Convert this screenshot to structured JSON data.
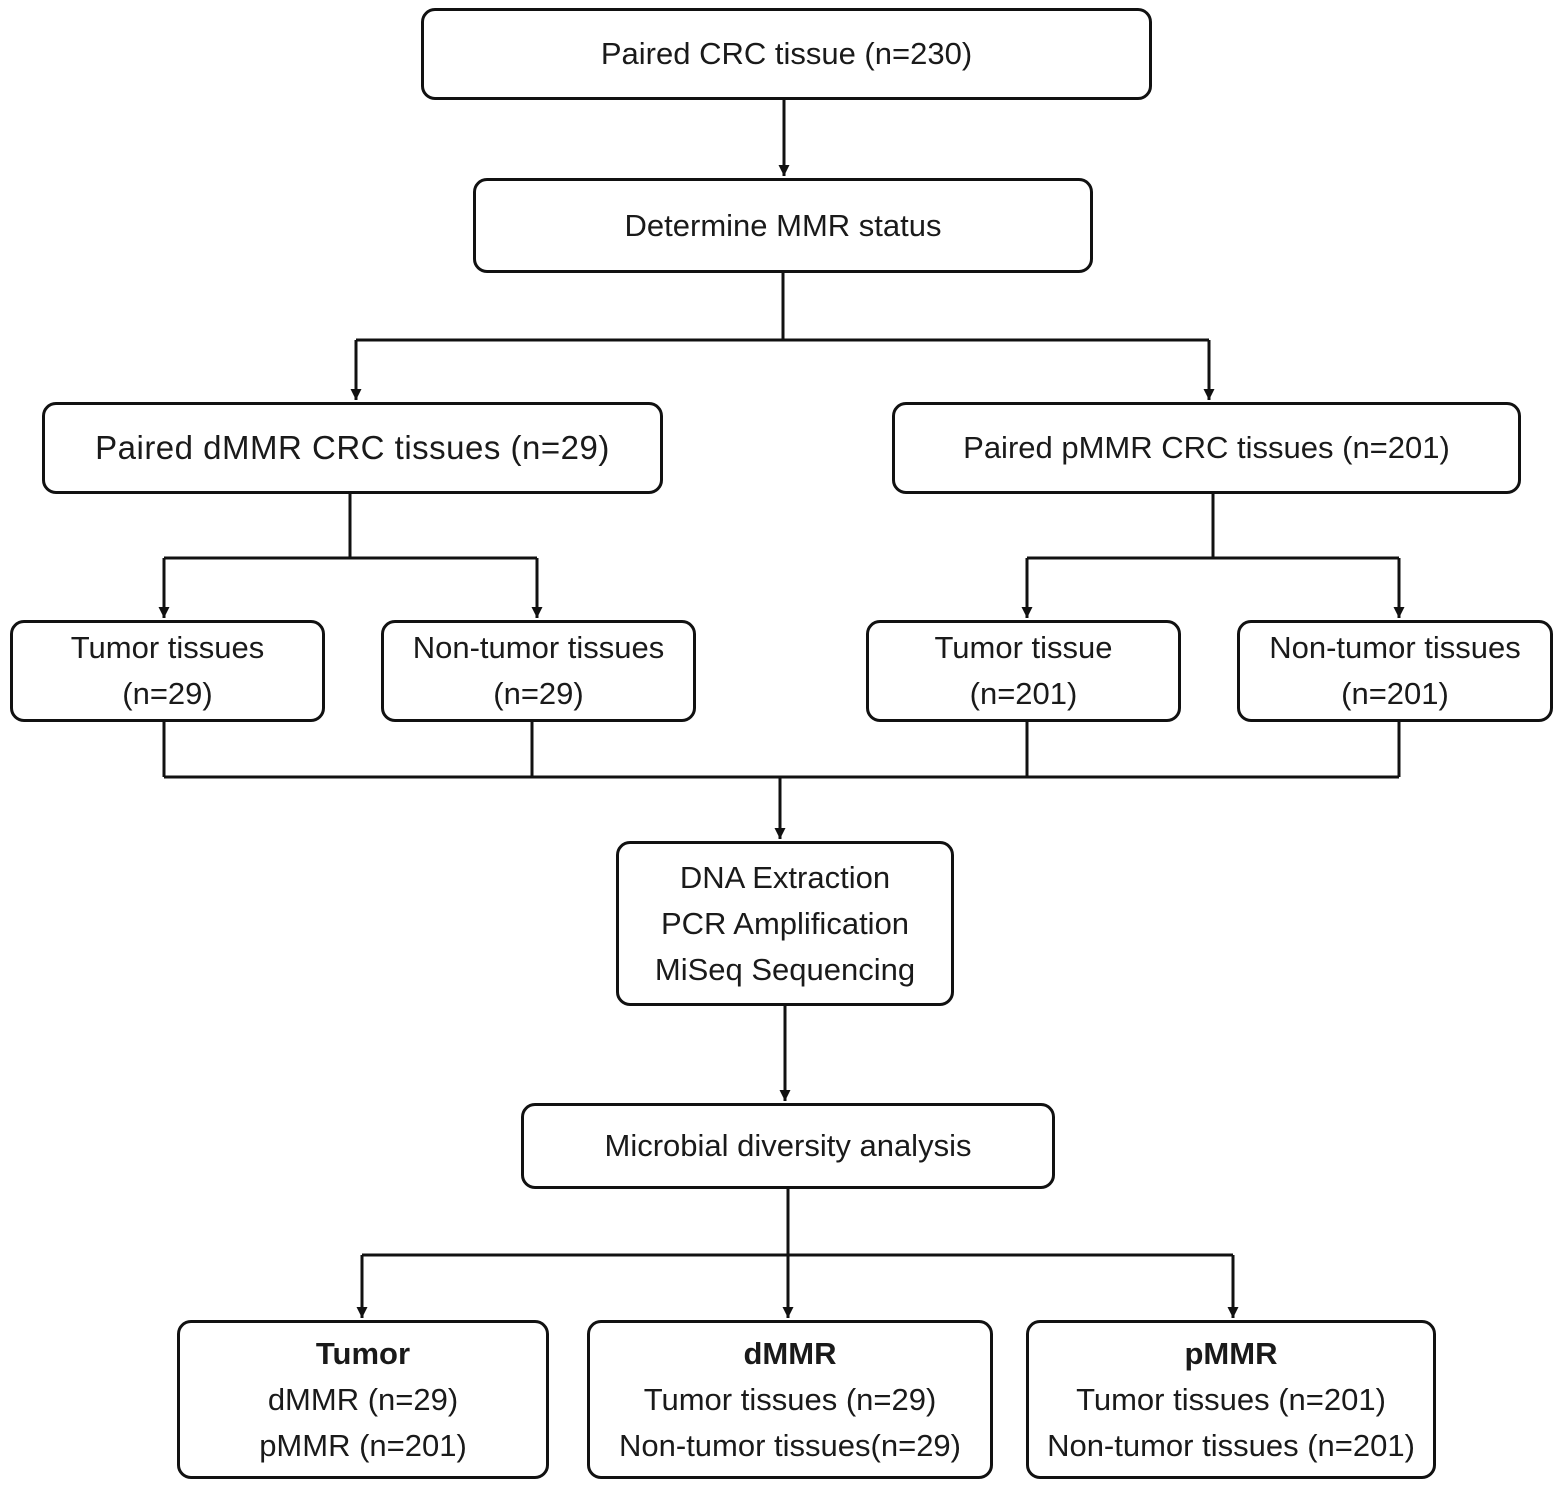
{
  "nodes": {
    "root": {
      "lines": [
        "Paired CRC tissue (n=230)"
      ]
    },
    "mmr_status": {
      "lines": [
        "Determine MMR status"
      ]
    },
    "dmmr_paired": {
      "lines": [
        "Paired dMMR CRC tissues (n=29)"
      ]
    },
    "pmmr_paired": {
      "lines": [
        "Paired pMMR CRC tissues (n=201)"
      ]
    },
    "dmmr_tumor": {
      "lines": [
        "Tumor tissues",
        "(n=29)"
      ]
    },
    "dmmr_nontumor": {
      "lines": [
        "Non-tumor tissues",
        "(n=29)"
      ]
    },
    "pmmr_tumor": {
      "lines": [
        "Tumor tissue",
        "(n=201)"
      ]
    },
    "pmmr_nontumor": {
      "lines": [
        "Non-tumor tissues",
        "(n=201)"
      ]
    },
    "processing": {
      "lines": [
        "DNA Extraction",
        "PCR Amplification",
        "MiSeq Sequencing"
      ]
    },
    "microbial": {
      "lines": [
        "Microbial diversity analysis"
      ]
    },
    "group_tumor": {
      "heading": "Tumor",
      "lines": [
        "dMMR (n=29)",
        "pMMR (n=201)"
      ]
    },
    "group_dmmr": {
      "heading": "dMMR",
      "lines": [
        "Tumor tissues (n=29)",
        "Non-tumor tissues(n=29)"
      ]
    },
    "group_pmmr": {
      "heading": "pMMR",
      "lines": [
        "Tumor tissues (n=201)",
        "Non-tumor tissues (n=201)"
      ]
    }
  },
  "edges": [
    {
      "from": "root",
      "to": "mmr_status"
    },
    {
      "from": "mmr_status",
      "to": "dmmr_paired"
    },
    {
      "from": "mmr_status",
      "to": "pmmr_paired"
    },
    {
      "from": "dmmr_paired",
      "to": "dmmr_tumor"
    },
    {
      "from": "dmmr_paired",
      "to": "dmmr_nontumor"
    },
    {
      "from": "pmmr_paired",
      "to": "pmmr_tumor"
    },
    {
      "from": "pmmr_paired",
      "to": "pmmr_nontumor"
    },
    {
      "from": "dmmr_tumor",
      "to": "processing"
    },
    {
      "from": "dmmr_nontumor",
      "to": "processing"
    },
    {
      "from": "pmmr_tumor",
      "to": "processing"
    },
    {
      "from": "pmmr_nontumor",
      "to": "processing"
    },
    {
      "from": "processing",
      "to": "microbial"
    },
    {
      "from": "microbial",
      "to": "group_tumor"
    },
    {
      "from": "microbial",
      "to": "group_dmmr"
    },
    {
      "from": "microbial",
      "to": "group_pmmr"
    }
  ],
  "style": {
    "line_color": "#111111",
    "box_border_color": "#111111",
    "text_color": "#1a1a1a",
    "background": "#ffffff"
  }
}
